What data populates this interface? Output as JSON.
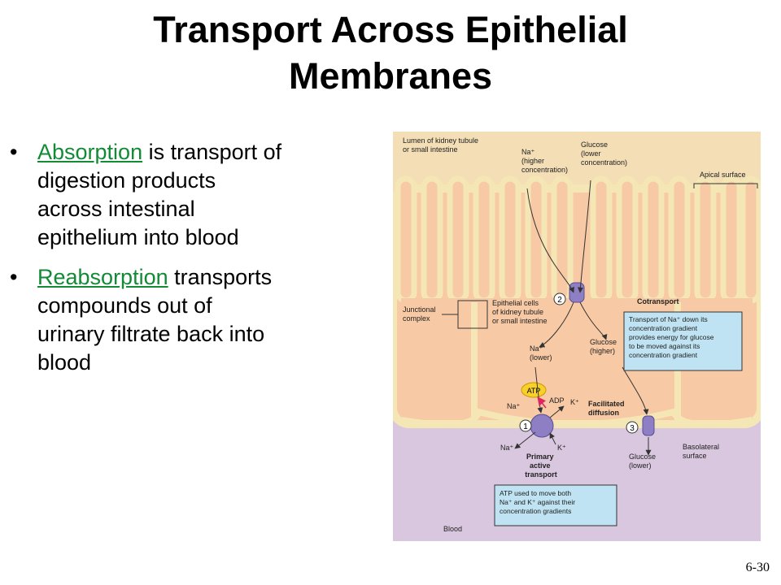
{
  "slide": {
    "title_line1": "Transport Across Epithelial",
    "title_line2": "Membranes",
    "page_number": "6-30"
  },
  "bullets": [
    {
      "term": "Absorption",
      "text_after": " is transport of digestion products across intestinal epithelium into blood"
    },
    {
      "term": "Reabsorption",
      "text_after": " transports compounds out of urinary filtrate back into blood"
    }
  ],
  "figure": {
    "lumen": [
      "Lumen of kidney tubule",
      "or small intestine"
    ],
    "na_high": [
      "Na⁺",
      "(higher",
      "concentration)"
    ],
    "glucose_low_top": [
      "Glucose",
      "(lower",
      "concentration)"
    ],
    "apical_surface": "Apical surface",
    "junctional_complex": [
      "Junctional",
      "complex"
    ],
    "epithelial_cells": [
      "Epithelial cells",
      "of kidney tubule",
      "or small intestine"
    ],
    "step2": "2",
    "cotransport": "Cotransport",
    "cotransport_note": [
      "Transport of Na⁺ down its",
      "concentration gradient",
      "provides energy for glucose",
      "to be moved against its",
      "concentration gradient"
    ],
    "na_lower": [
      "Na⁺",
      "(lower)"
    ],
    "glucose_higher": [
      "Glucose",
      "(higher)"
    ],
    "atp": "ATP",
    "adp": "ADP",
    "k_plus": "K⁺",
    "na_plus": "Na⁺",
    "facilitated": [
      "Facilitated",
      "diffusion"
    ],
    "step1": "1",
    "step3": "3",
    "glucose_lower_bottom": [
      "Glucose",
      "(lower)"
    ],
    "basolateral": [
      "Basolateral",
      "surface"
    ],
    "primary_active": [
      "Primary",
      "active",
      "transport"
    ],
    "atp_note": [
      "ATP used to move both",
      "Na⁺ and K⁺ against their",
      "concentration gradients"
    ],
    "blood": "Blood",
    "colors": {
      "lumen_bg": "#f3deb6",
      "cell": "#f7c9a4",
      "membrane": "#f5e7b5",
      "blood_bg": "#d9c7df",
      "pump": "#8e7fc4",
      "note_bg": "#bfe3f2",
      "atp_fill": "#f8d02a"
    }
  }
}
